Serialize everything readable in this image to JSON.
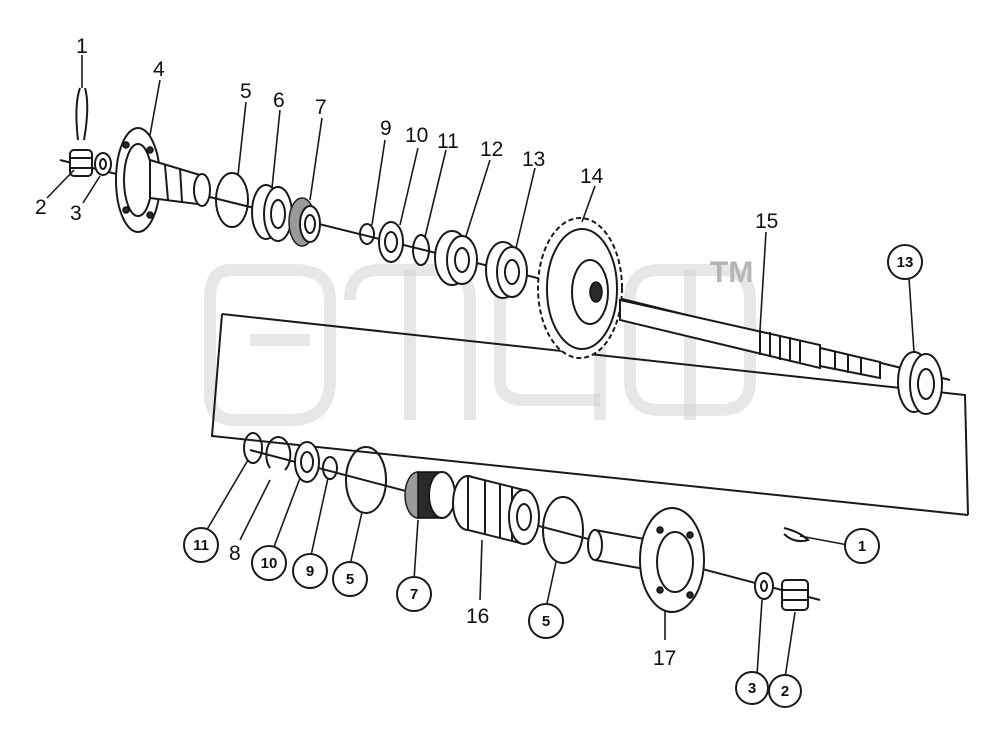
{
  "watermark": {
    "trademark": "TM"
  },
  "labels": {
    "plain": [
      "1",
      "2",
      "3",
      "4",
      "5",
      "6",
      "7",
      "9",
      "10",
      "11",
      "12",
      "13",
      "14",
      "15",
      "8",
      "16",
      "17"
    ],
    "circled": [
      "13",
      "11",
      "10",
      "9",
      "5",
      "7",
      "5",
      "1",
      "3",
      "2"
    ]
  }
}
